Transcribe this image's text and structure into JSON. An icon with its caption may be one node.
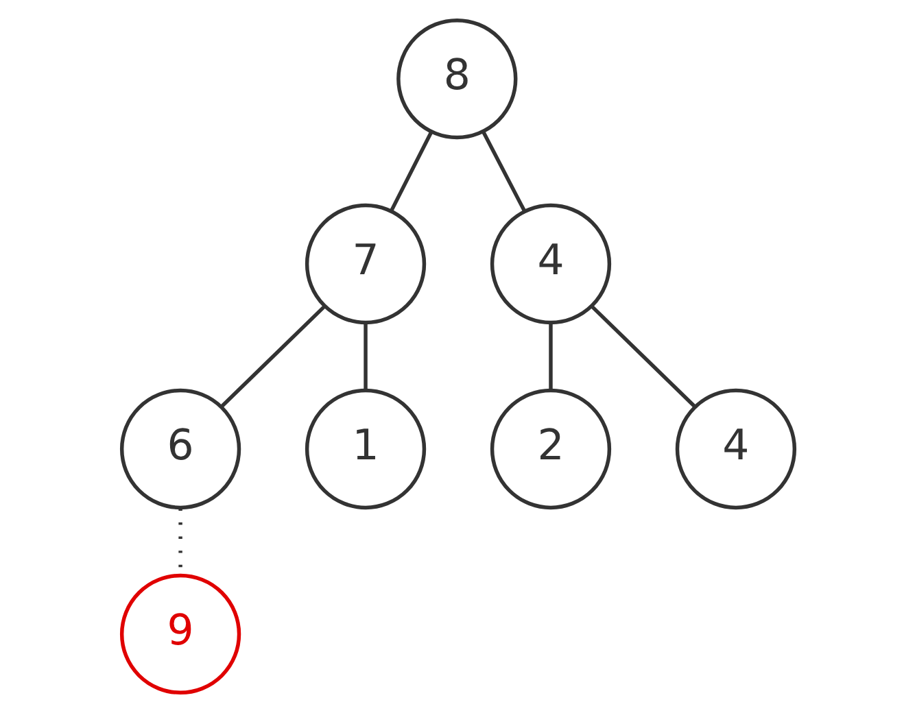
{
  "diagram": {
    "nodes": [
      {
        "text": [
          "8"
        ]
      },
      {
        "text": [
          "7"
        ]
      },
      {
        "text": [
          "4"
        ]
      },
      {
        "text": [
          "6"
        ]
      },
      {
        "text": [
          "1"
        ]
      },
      {
        "text": [
          "2"
        ]
      },
      {
        "text": [
          "4"
        ]
      },
      {
        "text": [
          "9"
        ]
      }
    ],
    "edges": [
      {
        "from": 0,
        "to": 1,
        "arrow": "none"
      },
      {
        "from": 0,
        "to": 2,
        "arrow": "none"
      },
      {
        "from": 1,
        "to": 3,
        "arrow": "none"
      },
      {
        "from": 1,
        "to": 4,
        "arrow": "none"
      },
      {
        "from": 2,
        "to": 5,
        "arrow": "none"
      },
      {
        "from": 2,
        "to": 6,
        "arrow": "none"
      },
      {
        "from": 3,
        "to": 7,
        "arrow": "none",
        "style": "dashed"
      }
    ]
  }
}
